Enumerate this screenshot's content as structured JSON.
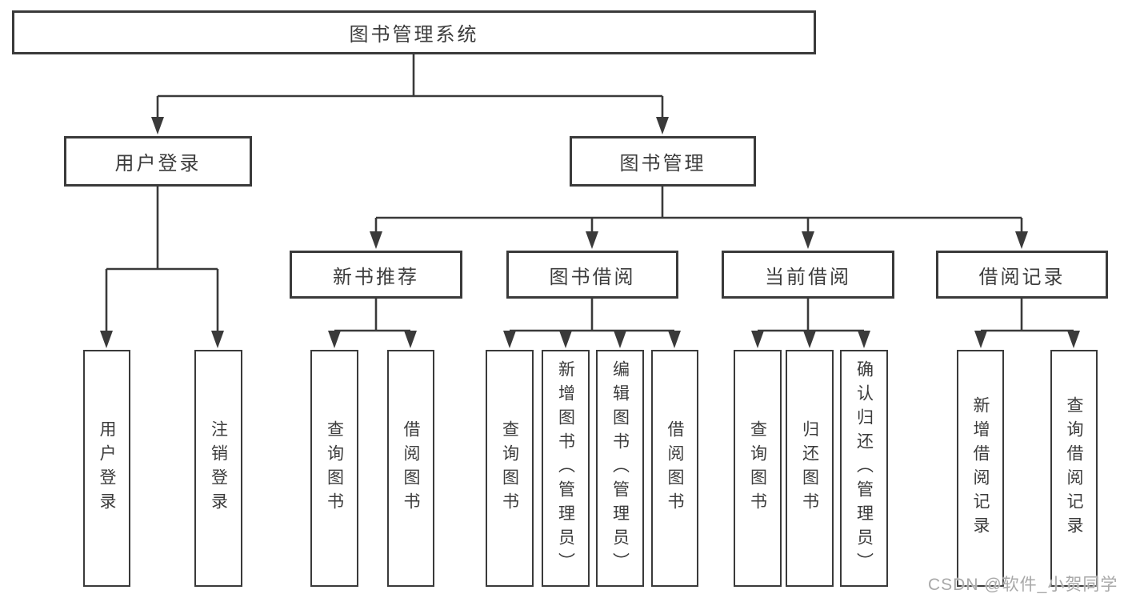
{
  "diagram": {
    "type": "hierarchy-tree",
    "root": {
      "label": "图书管理系统"
    },
    "level2": [
      {
        "id": "user-login",
        "label": "用户登录",
        "parent": "图书管理系统"
      },
      {
        "id": "book-management",
        "label": "图书管理",
        "parent": "图书管理系统"
      }
    ],
    "level3": [
      {
        "id": "new-book-recommend",
        "label": "新书推荐",
        "parent": "图书管理"
      },
      {
        "id": "book-borrow",
        "label": "图书借阅",
        "parent": "图书管理"
      },
      {
        "id": "current-borrow",
        "label": "当前借阅",
        "parent": "图书管理"
      },
      {
        "id": "borrow-records",
        "label": "借阅记录",
        "parent": "图书管理"
      }
    ],
    "leaves": [
      {
        "id": "leaf-user-login",
        "label": "用户登录",
        "parent": "用户登录"
      },
      {
        "id": "leaf-logout",
        "label": "注销登录",
        "parent": "用户登录"
      },
      {
        "id": "leaf-query-books-recommend",
        "label": "查询图书",
        "parent": "新书推荐"
      },
      {
        "id": "leaf-borrow-books-recommend",
        "label": "借阅图书",
        "parent": "新书推荐"
      },
      {
        "id": "leaf-query-books-borrow",
        "label": "查询图书",
        "parent": "图书借阅"
      },
      {
        "id": "leaf-add-books-admin",
        "label": "新增图书（管理员）",
        "parent": "图书借阅"
      },
      {
        "id": "leaf-edit-books-admin",
        "label": "编辑图书（管理员）",
        "parent": "图书借阅"
      },
      {
        "id": "leaf-borrow-books",
        "label": "借阅图书",
        "parent": "图书借阅"
      },
      {
        "id": "leaf-query-books-current",
        "label": "查询图书",
        "parent": "当前借阅"
      },
      {
        "id": "leaf-return-books",
        "label": "归还图书",
        "parent": "当前借阅"
      },
      {
        "id": "leaf-confirm-return-admin",
        "label": "确认归还（管理员）",
        "parent": "当前借阅"
      },
      {
        "id": "leaf-add-borrow-record",
        "label": "新增借阅记录",
        "parent": "借阅记录"
      },
      {
        "id": "leaf-query-borrow-record",
        "label": "查询借阅记录",
        "parent": "借阅记录"
      }
    ]
  },
  "watermark": {
    "text": "CSDN @软件_小贺同学"
  },
  "colors": {
    "line": "#3a3a3a",
    "text": "#3c3c3c",
    "background": "#ffffff",
    "watermark": "#a8a8a8"
  }
}
